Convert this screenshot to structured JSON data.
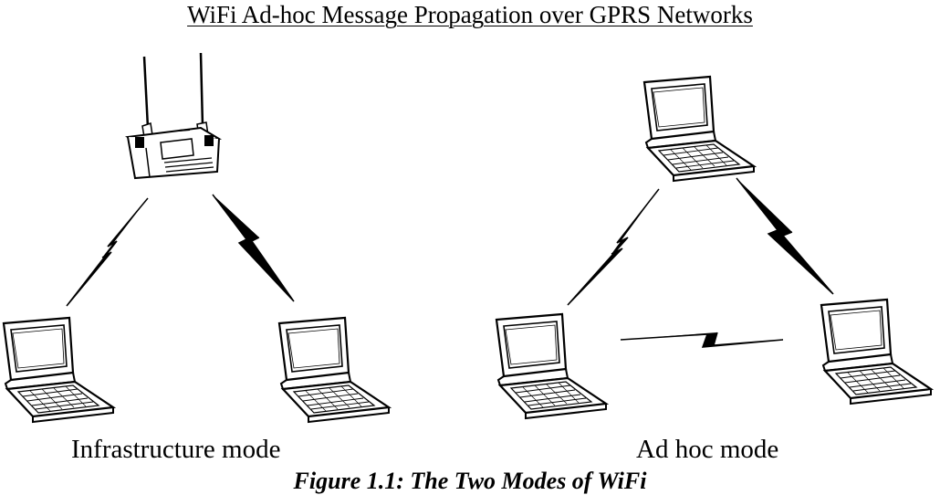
{
  "header": {
    "title": "WiFi Ad-hoc Message Propagation over GPRS Networks"
  },
  "labels": {
    "infrastructure": "Infrastructure mode",
    "adhoc": "Ad hoc mode"
  },
  "caption": "Figure 1.1: The Two Modes of WiFi",
  "icons": {
    "router": "access-point-icon",
    "laptop": "laptop-icon",
    "link": "wireless-link-icon"
  },
  "colors": {
    "ink": "#000000",
    "background": "#ffffff"
  }
}
